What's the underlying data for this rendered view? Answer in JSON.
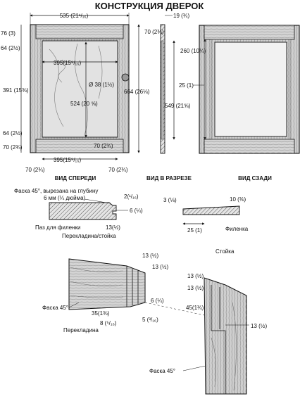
{
  "title": "КОНСТРУКЦИЯ ДВЕРОК",
  "views": {
    "front": "ВИД СПЕРЕДИ",
    "section": "ВИД В РАЗРЕЗЕ",
    "back": "ВИД СЗАДИ"
  },
  "front_dims": {
    "width_total": "535 (21¹/₁₆)",
    "top_76": "76 (3)",
    "left_64_top": "64 (2½)",
    "panel_width": "395(15⁹/₁₆)",
    "knob": "Ø 38 (1½)",
    "left_391": "391 (15⅜)",
    "panel_height": "524 (20 ⅝)",
    "height_664": "664 (26⅛)",
    "left_64_bot": "64 (2½)",
    "left_70": "70 (2¾)",
    "bottom_70_inner": "70 (2¾)",
    "bottom_395": "395(15⁹/₁₆)",
    "bottom_70_left": "70 (2¾)",
    "bottom_70_right": "70 (2¾)"
  },
  "section_dims": {
    "d19": "19 (¾)",
    "d70": "70 (2¾)",
    "d549": "549 (21⅝)"
  },
  "back_dims": {
    "d260": "260 (10¼)",
    "d25": "25 (1)"
  },
  "details": {
    "chamfer_note_1": "Фаска 45°, вырезана на глубину",
    "chamfer_note_2": "6 мм (¼ дюйма)",
    "d2": "2(¹/₁₆)",
    "d6a": "6 (¼)",
    "groove": "Паз для филенки",
    "d13a": "13(½)",
    "rail_stile": "Перекладина/стойка",
    "d3": "3 (⅛)",
    "d10": "10 (⅜)",
    "d25b": "25 (1)",
    "panel": "Филенка"
  },
  "joint": {
    "stile": "Стойка",
    "d13b": "13 (½)",
    "d13c": "13 (½)",
    "d13d": "13 (½)",
    "d13e": "13 (½)",
    "d45": "45(1¾)",
    "d13f": "13 (½)",
    "chamfer_left": "Фаска 45°",
    "d6b": "6 (¼)",
    "d35": "35(1⅜)",
    "d8": "8 (⁵/₁₆)",
    "d5": "5 (³/₁₆)",
    "rail": "Перекладина",
    "chamfer_right": "Фаска 45°"
  },
  "colors": {
    "wood_light": "#d9d9d9",
    "wood_mid": "#b5b5b5",
    "wood_dark": "#6b6b6b",
    "ink": "#111111"
  }
}
